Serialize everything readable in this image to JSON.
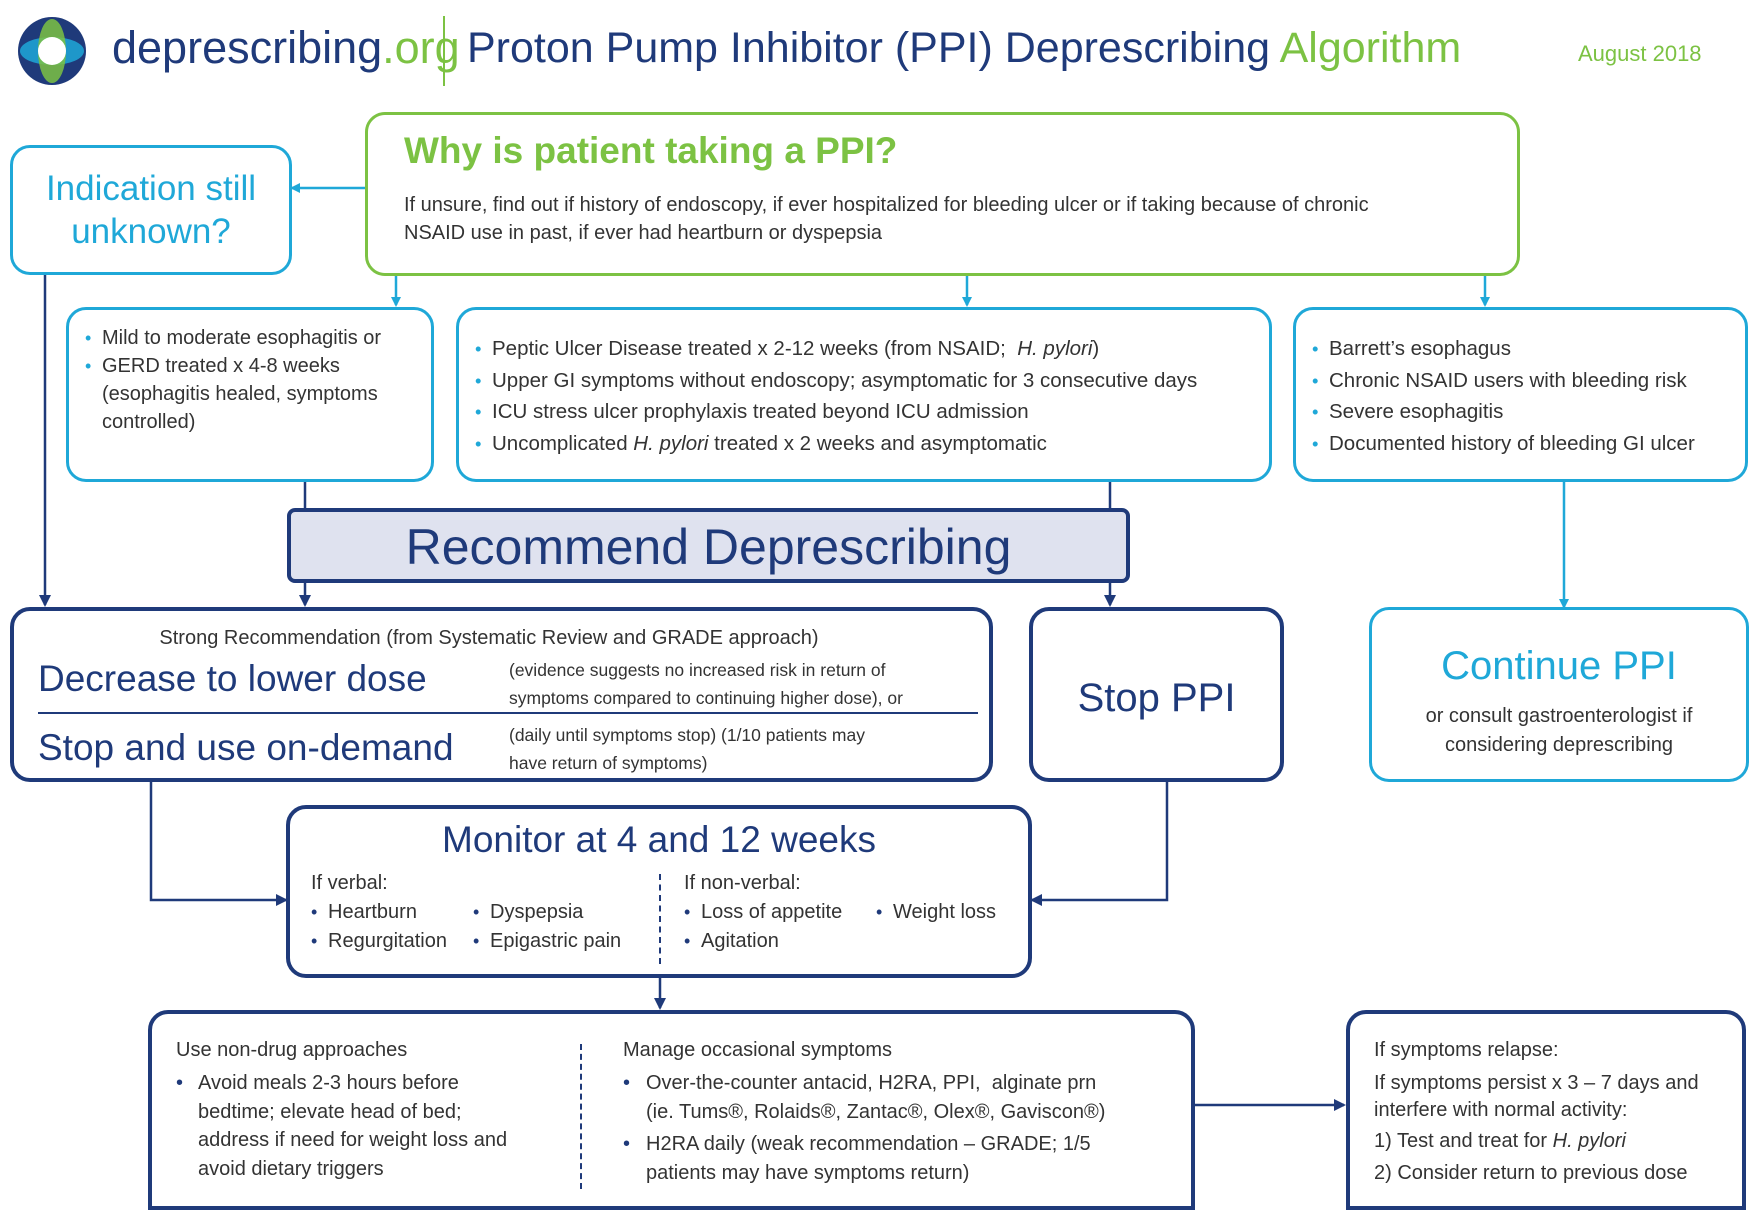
{
  "header": {
    "brand_main": "deprescribing",
    "brand_tld": ".org",
    "title_main": "Proton Pump Inhibitor (PPI) Deprescribing ",
    "title_accent": "Algorithm",
    "date": "August 2018"
  },
  "why": {
    "title": "Why is patient taking a PPI?",
    "body_line1": "If unsure, find out if history of endoscopy, if ever hospitalized for bleeding ulcer or if taking because of chronic",
    "body_line2": "NSAID use in past, if ever had heartburn or dyspepsia"
  },
  "unknown": {
    "line1": "Indication still",
    "line2": "unknown?"
  },
  "left_indications": {
    "item1": "Mild to moderate esophagitis or",
    "item2": "GERD treated x 4-8 weeks (esophagitis healed, symptoms controlled)"
  },
  "mid_indications": {
    "item1_pre": "Peptic Ulcer Disease treated x 2-12 weeks (from NSAID;  ",
    "item1_em": "H. pylori",
    "item1_post": ")",
    "item2": "Upper GI symptoms without endoscopy; asymptomatic for 3 consecutive days",
    "item3": "ICU stress ulcer prophylaxis treated beyond ICU admission",
    "item4_pre": "Uncomplicated ",
    "item4_em": "H. pylori",
    "item4_post": " treated x 2 weeks and asymptomatic"
  },
  "right_indications": {
    "items": [
      "Barrett’s esophagus",
      "Chronic NSAID users with bleeding risk",
      "Severe esophagitis",
      "Documented history of bleeding GI ulcer"
    ]
  },
  "recommend": {
    "label": "Recommend Deprescribing"
  },
  "decrease": {
    "strong": "Strong Recommendation (from Systematic Review and GRADE approach)",
    "decrease_title": "Decrease to lower dose",
    "decrease_note_line1": "(evidence suggests no increased risk in return of",
    "decrease_note_line2": "symptoms compared to continuing higher dose), or",
    "stop_title": "Stop and use on-demand",
    "stop_note_line1": "(daily until symptoms stop) (1/10 patients may",
    "stop_note_line2": "have return of symptoms)"
  },
  "stop_ppi": {
    "label": "Stop PPI"
  },
  "continue": {
    "title": "Continue PPI",
    "line1": "or consult gastroenterologist if",
    "line2": "considering deprescribing"
  },
  "monitor": {
    "title": "Monitor at 4 and 12 weeks",
    "verbal_label": "If verbal:",
    "verbal_col1": [
      "Heartburn",
      "Regurgitation"
    ],
    "verbal_col2": [
      "Dyspepsia",
      "Epigastric pain"
    ],
    "nonverbal_label": "If non-verbal:",
    "nonverbal_col1": [
      "Loss of appetite",
      "Agitation"
    ],
    "nonverbal_col2": [
      "Weight loss"
    ]
  },
  "nondrug": {
    "title": "Use non-drug approaches",
    "line1": "Avoid meals 2-3 hours before",
    "line2": "bedtime; elevate head of bed;",
    "line3": "address if need for weight loss and",
    "line4": "avoid dietary triggers"
  },
  "manage": {
    "title": "Manage occasional symptoms",
    "item1_line1": "Over-the-counter antacid, H2RA, PPI,  alginate prn",
    "item1_line2": "(ie. Tums®, Rolaids®, Zantac®, Olex®, Gaviscon®)",
    "item2_line1": "H2RA daily (weak recommendation – GRADE; 1/5",
    "item2_line2": "patients may have symptoms return)"
  },
  "relapse": {
    "title": "If symptoms relapse:",
    "line1": "If symptoms persist x 3 – 7 days and",
    "line2": "interfere with normal activity:",
    "step1_pre": "1) Test and treat for ",
    "step1_em": "H. pylori",
    "step2": "2) Consider return to previous dose"
  },
  "colors": {
    "navy": "#1f3a7a",
    "cyan": "#1fa8d8",
    "green": "#7cc243",
    "recommend_fill": "#dfe2ef"
  }
}
